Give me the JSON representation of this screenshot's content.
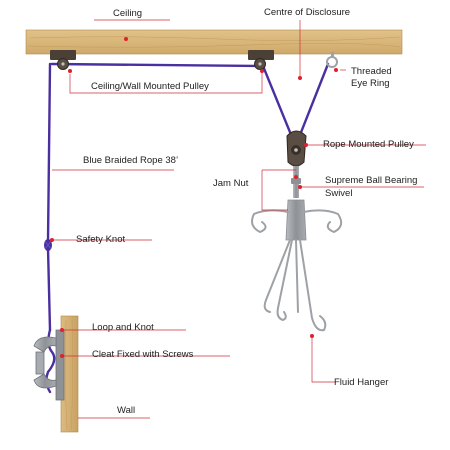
{
  "diagram": {
    "labels": {
      "ceiling": "Ceiling",
      "centre_of_disclosure": "Centre of Disclosure",
      "threaded_eye_ring_line1": "Threaded",
      "threaded_eye_ring_line2": "Eye Ring",
      "ceiling_wall_pulley": "Ceiling/Wall Mounted Pulley",
      "rope_mounted_pulley": "Rope Mounted Pulley",
      "blue_braided_rope": "Blue Braided Rope 38’",
      "jam_nut": "Jam Nut",
      "swivel_line1": "Supreme Ball Bearing",
      "swivel_line2": "Swivel",
      "safety_knot": "Safety Knot",
      "loop_and_knot": "Loop and Knot",
      "cleat": "Cleat Fixed with Screws",
      "fluid_hanger": "Fluid Hanger",
      "wall": "Wall"
    },
    "colors": {
      "wood": "#d9b77c",
      "wood_grain": "#c49c5c",
      "rope": "#4a2fa0",
      "marker": "#e0202a",
      "leader_line": "#cf2f3a",
      "metal": "#9ea2a6",
      "bracket": "#4a4036"
    }
  }
}
